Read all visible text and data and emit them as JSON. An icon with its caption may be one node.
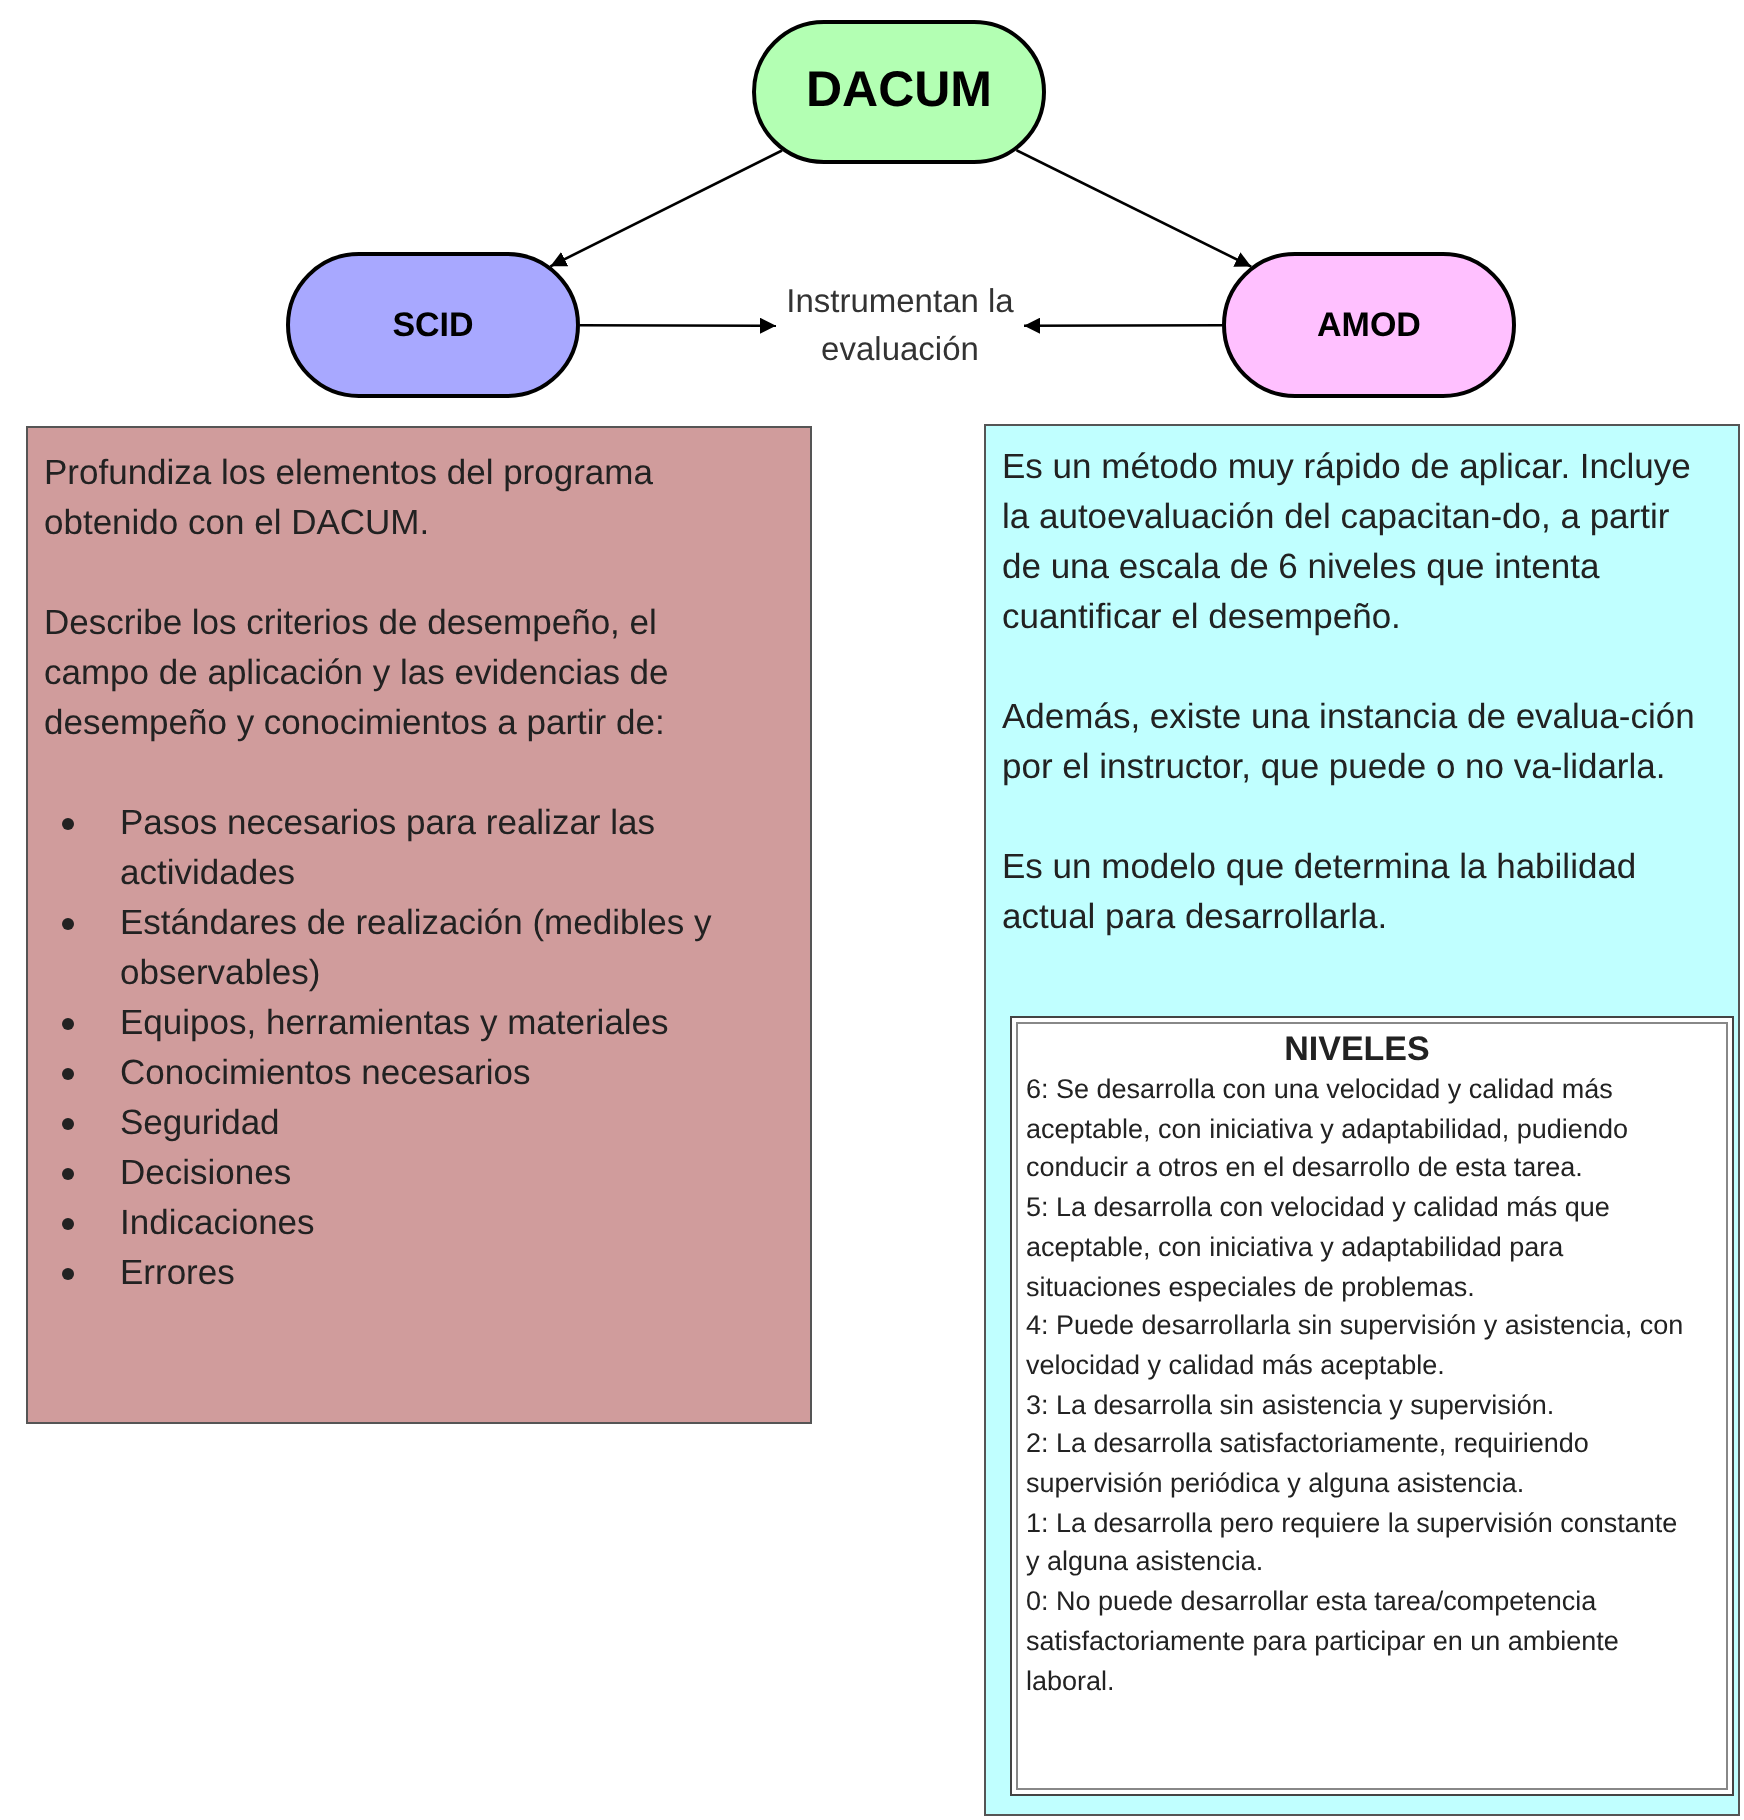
{
  "diagram": {
    "nodes": [
      {
        "text": [
          "DACUM"
        ]
      },
      {
        "text": [
          "SCID"
        ]
      },
      {
        "text": [
          "Instrumentan la evaluación"
        ]
      },
      {
        "text": [
          "AMOD"
        ]
      },
      {
        "text": [
          "Profundiza los elementos del programa obtenido con el DACUM.",
          "Describe los criterios de desempeño, el campo de aplicación y las evidencias de desempeño y conocimientos a partir de:",
          "Pasos necesarios para realizar las actividades",
          "Estándares de realización (medibles y observables)",
          "Equipos, herramientas y materiales",
          "Conocimientos necesarios",
          "Seguridad",
          "Decisiones",
          "Indicaciones",
          "Errores"
        ]
      },
      {
        "text": [
          "Es un método muy rápido de aplicar. Incluye la autoevaluación del capacitan-do, a partir de una escala de 6 niveles que intenta cuantificar el desempeño.",
          "Además, existe una instancia de evalua-ción por el instructor, que puede o no va-lidarla.",
          "Es un modelo que determina la habilidad actual para desarrollarla."
        ]
      },
      {
        "text": [
          "NIVELES",
          "6: Se desarrolla con una velocidad y calidad más aceptable, con iniciativa y adaptabilidad, pudiendo conducir a otros en el desarrollo de esta tarea.",
          "5: La desarrolla con velocidad  y calidad más que aceptable, con iniciativa y adaptabilidad para situaciones especiales de problemas.",
          "4: Puede desarrollarla sin supervisión y asistencia, con velocidad y calidad más aceptable.",
          "3: La desarrolla sin asistencia y supervisión.",
          "2: La desarrolla satisfactoriamente, requiriendo supervisión periódica y alguna asistencia.",
          "1: La desarrolla pero requiere la supervisión constante y alguna asistencia.",
          "0: No puede desarrollar esta tarea/competencia satisfactoriamente para participar en un ambiente laboral."
        ],
        "in": 5
      }
    ],
    "edges": [
      {
        "from": 0,
        "to": 1,
        "arrow": "to"
      },
      {
        "from": 0,
        "to": 3,
        "arrow": "to"
      },
      {
        "from": 1,
        "to": 2,
        "arrow": "to"
      },
      {
        "from": 3,
        "to": 2,
        "arrow": "to"
      }
    ]
  }
}
